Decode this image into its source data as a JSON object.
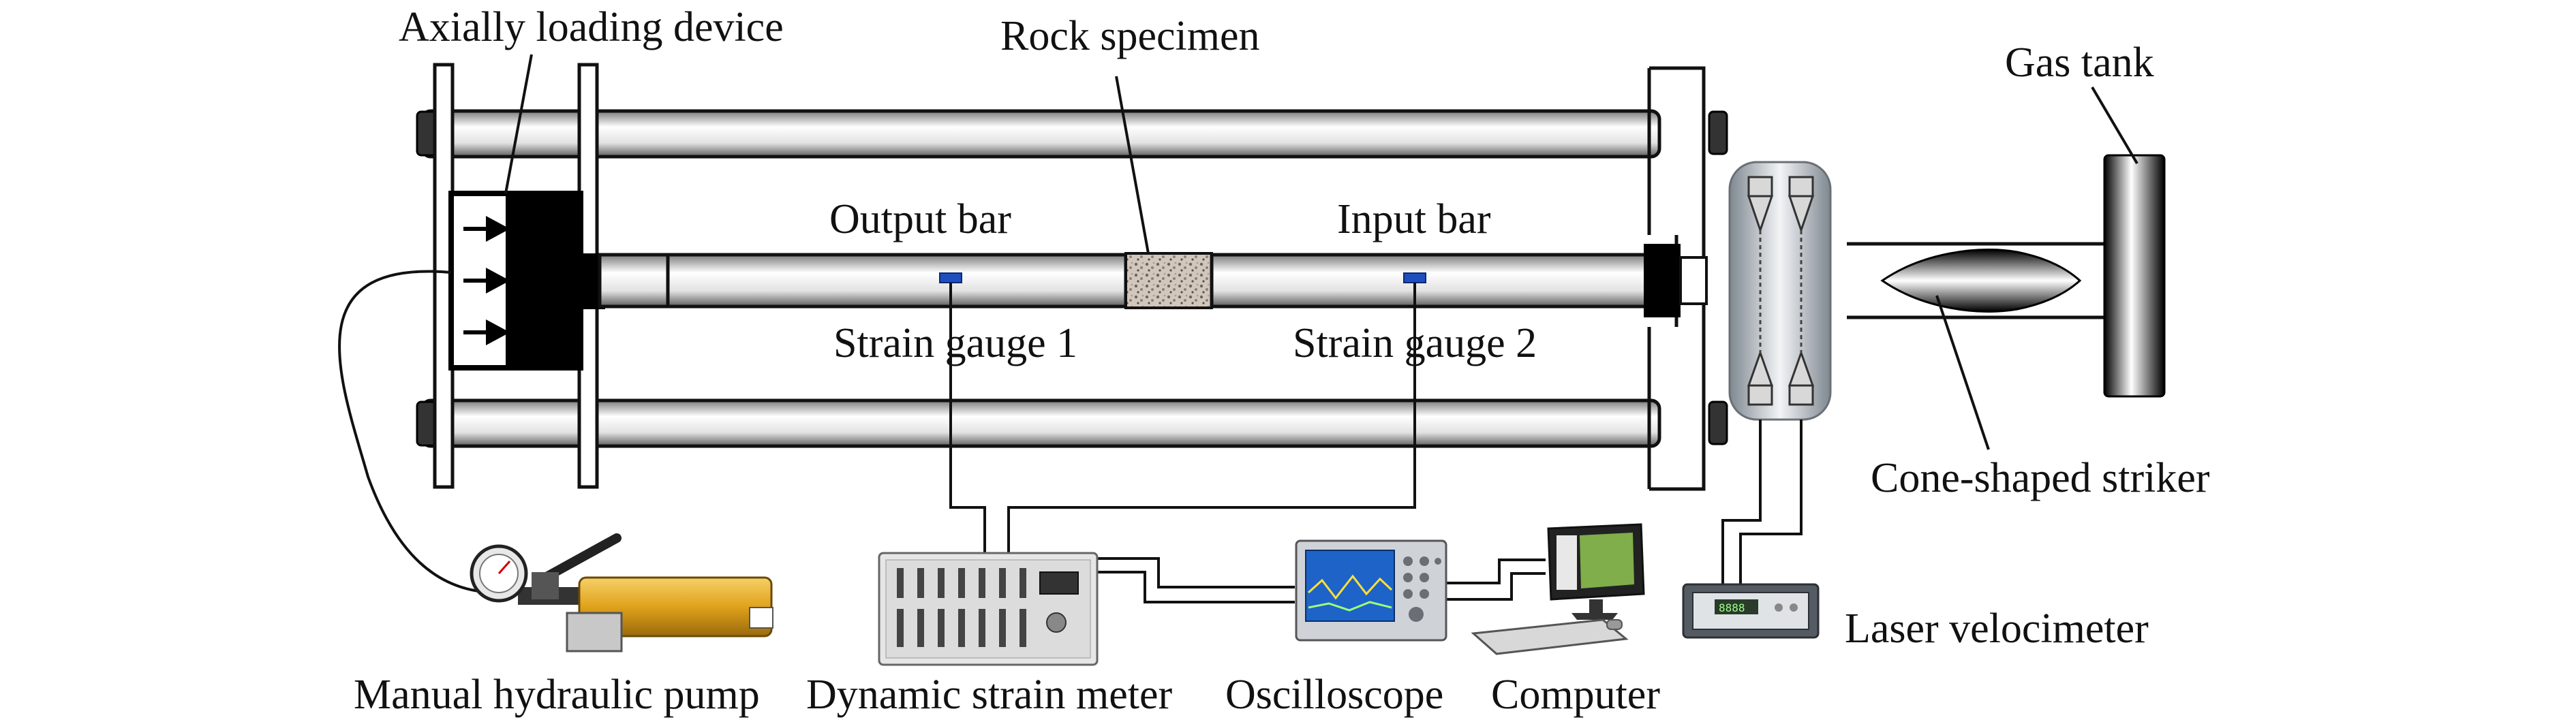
{
  "labels": {
    "axially_loading_device": "Axially loading device",
    "rock_specimen": "Rock specimen",
    "gas_tank": "Gas tank",
    "output_bar": "Output bar",
    "input_bar": "Input bar",
    "strain_gauge_1": "Strain gauge 1",
    "strain_gauge_2": "Strain gauge 2",
    "cone_shaped_striker": "Cone-shaped striker",
    "laser_velocimeter": "Laser velocimeter",
    "manual_hydraulic_pump": "Manual hydraulic pump",
    "dynamic_strain_meter": "Dynamic strain meter",
    "oscilloscope": "Oscilloscope",
    "computer": "Computer"
  },
  "colors": {
    "line": "#111111",
    "bar_light": "#f4f4f4",
    "bar_dark": "#8c8c8c",
    "gauge_blue": "#1f4fbf",
    "pump_yellow": "#e0a21c",
    "screen_blue": "#1d63c8",
    "screen_green": "#7fae4a"
  }
}
